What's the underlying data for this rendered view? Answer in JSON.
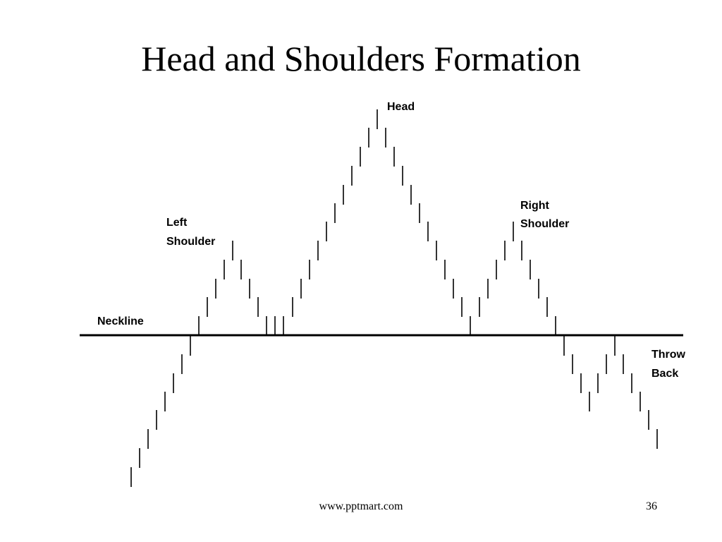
{
  "slide": {
    "title": "Head and Shoulders Formation",
    "footer_url": "www.pptmart.com",
    "page_number": "36"
  },
  "labels": {
    "head": "Head",
    "left_shoulder": [
      "Left",
      "Shoulder"
    ],
    "right_shoulder": [
      "Right",
      "Shoulder"
    ],
    "neckline": "Neckline",
    "throw_back": [
      "Throw",
      "Back"
    ]
  },
  "colors": {
    "ink": "#000000",
    "background": "#ffffff"
  }
}
